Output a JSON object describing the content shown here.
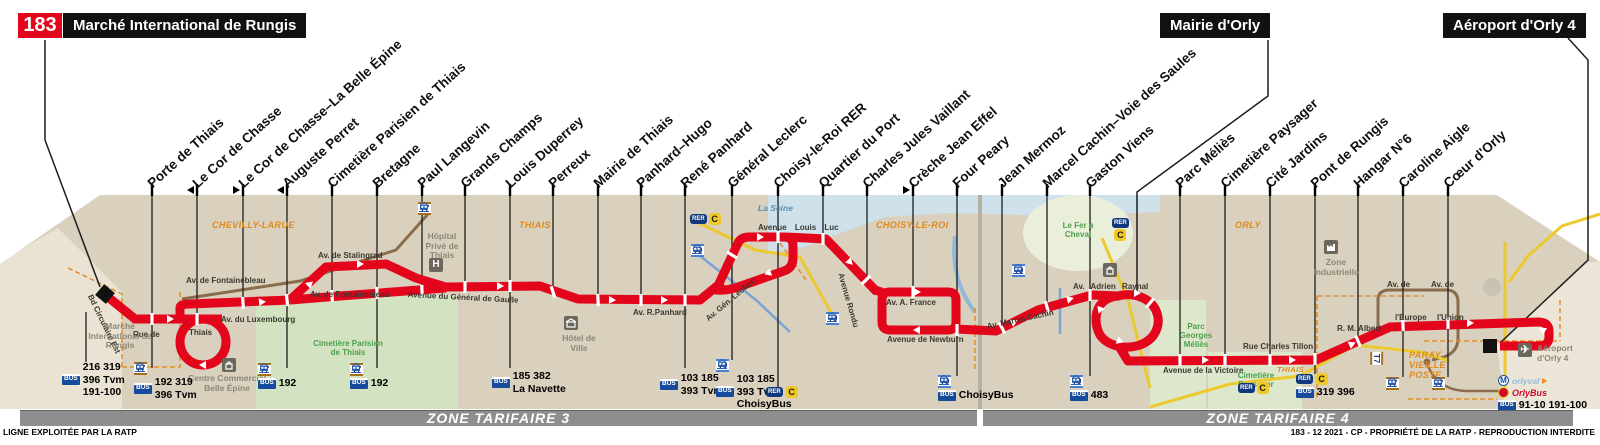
{
  "line": {
    "number": "183",
    "color": "#e2051c"
  },
  "header": {
    "origin": "Marché International de Rungis",
    "branch_terminus": "Mairie d'Orly",
    "terminus": "Aéroport d'Orly 4"
  },
  "stops": [
    {
      "name": "Porte de Thiais"
    },
    {
      "name": "Le Cor de Chasse",
      "arrow": "left"
    },
    {
      "name": "Le Cor de Chasse–La Belle Épine",
      "arrow": "right"
    },
    {
      "name": "Auguste Perret",
      "arrow": "left"
    },
    {
      "name": "Cimetière Parisien de Thiais"
    },
    {
      "name": "Bretagne"
    },
    {
      "name": "Paul Langevin"
    },
    {
      "name": "Grands Champs"
    },
    {
      "name": "Louis Duperrey"
    },
    {
      "name": "Perreux"
    },
    {
      "name": "Mairie de Thiais"
    },
    {
      "name": "Panhard–Hugo"
    },
    {
      "name": "René Panhard"
    },
    {
      "name": "Général Leclerc"
    },
    {
      "name": "Choisy-le-Roi RER"
    },
    {
      "name": "Quartier du Port"
    },
    {
      "name": "Charles Jules Vaillant"
    },
    {
      "name": "Crèche Jean Effel",
      "arrow": "right"
    },
    {
      "name": "Four Peary"
    },
    {
      "name": "Jean Mermoz"
    },
    {
      "name": "Marcel Cachin–Voie des Saules"
    },
    {
      "name": "Gaston Viens"
    },
    {
      "name": "Parc Méliès"
    },
    {
      "name": "Cimetière Paysager"
    },
    {
      "name": "Cité Jardins"
    },
    {
      "name": "Pont de Rungis"
    },
    {
      "name": "Hangar N°6"
    },
    {
      "name": "Caroline Aigle"
    },
    {
      "name": "Cœur d'Orly"
    }
  ],
  "icons": {
    "bus": "BUS",
    "rer": "RER",
    "rer_c": "C",
    "metro": "M",
    "t7": "T7",
    "t9": "T9",
    "orlyval": "orlyval",
    "orlybus": "OrlyBus",
    "hospital": "H",
    "plane": "✈"
  },
  "connections": {
    "c0": {
      "buses": [
        "216 319",
        "396 Tvm",
        "191-100"
      ]
    },
    "c1": {
      "tram": "T7",
      "buses": [
        "192 319",
        "396 Tvm"
      ]
    },
    "c2": {
      "tram": "T7",
      "buses": [
        "192"
      ]
    },
    "c3": {
      "tram": "T7",
      "buses": [
        "192"
      ]
    },
    "c4": {
      "buses": [
        "185 382",
        "La Navette"
      ]
    },
    "c5": {
      "buses": [
        "103 185",
        "393 Tvm"
      ]
    },
    "c6": {
      "tram": "T9",
      "buses": [
        "103 185",
        "393 Tvm",
        "ChoisyBus"
      ]
    },
    "c7": {
      "rer": "RER",
      "letter": "C"
    },
    "c8": {
      "tram": "T9",
      "buses": [
        "ChoisyBus"
      ]
    },
    "c9": {
      "tram": "T9",
      "buses": [
        "483"
      ]
    },
    "c10": {
      "rer": "RER",
      "letter": "C",
      "buses": [
        "319 396"
      ]
    },
    "c11": {
      "tram": "T7"
    },
    "c12": {
      "tram": "T7"
    },
    "c13": {
      "metro": "M",
      "orlyval": "orlyval",
      "orlybus": "OrlyBus",
      "buses": [
        "91-10 191-100"
      ]
    }
  },
  "map": {
    "districts": [
      "CHEVILLY-LARUE",
      "THIAIS",
      "CHOISY-LE-ROI",
      "ORLY",
      "THIAIS",
      "PARAY VIEILLE POSTE"
    ],
    "water": "La Seine",
    "streets": [
      "Bd Circulaire Est",
      "Rue de",
      "Thiais",
      "Av. de Fontainebleau",
      "Av. de Stalingrad",
      "Av. de Fontainebleau",
      "Av. du Luxembourg",
      "Avenue du Général de Gaulle",
      "Av. R.Panhard",
      "Av. Gén. Leclerc",
      "Avenue Louis Luc",
      "Avenue Rondu",
      "Av. A. France",
      "Avenue de Newburn",
      "Av. Marcel Cachin",
      "Av. Adrien Raynal",
      "Avenue de la Victoire",
      "Rue Charles Tillon",
      "R. M. Albert",
      "Av. de",
      "l'Europe",
      "Av. de",
      "l'Union"
    ],
    "parks": [
      "Cimetière Parisien de Thiais",
      "Le Fer à Cheval",
      "Parc Georges Méliès",
      "Cimetière Paysager"
    ],
    "pois": [
      "Marché International de Rungis",
      "Hôpital Privé de Thiais",
      "Centre Commercial Belle Épine",
      "Hôtel de Ville",
      "Zone Industrielle",
      "Aéroport d'Orly 4"
    ]
  },
  "fare_zones": [
    "ZONE TARIFAIRE 3",
    "ZONE TARIFAIRE 4"
  ],
  "footer": {
    "left": "LIGNE EXPLOITÉE PAR LA RATP",
    "right": "183 - 12 2021 - CP - PROPRIÉTÉ DE LA RATP - REPRODUCTION INTERDITE"
  }
}
